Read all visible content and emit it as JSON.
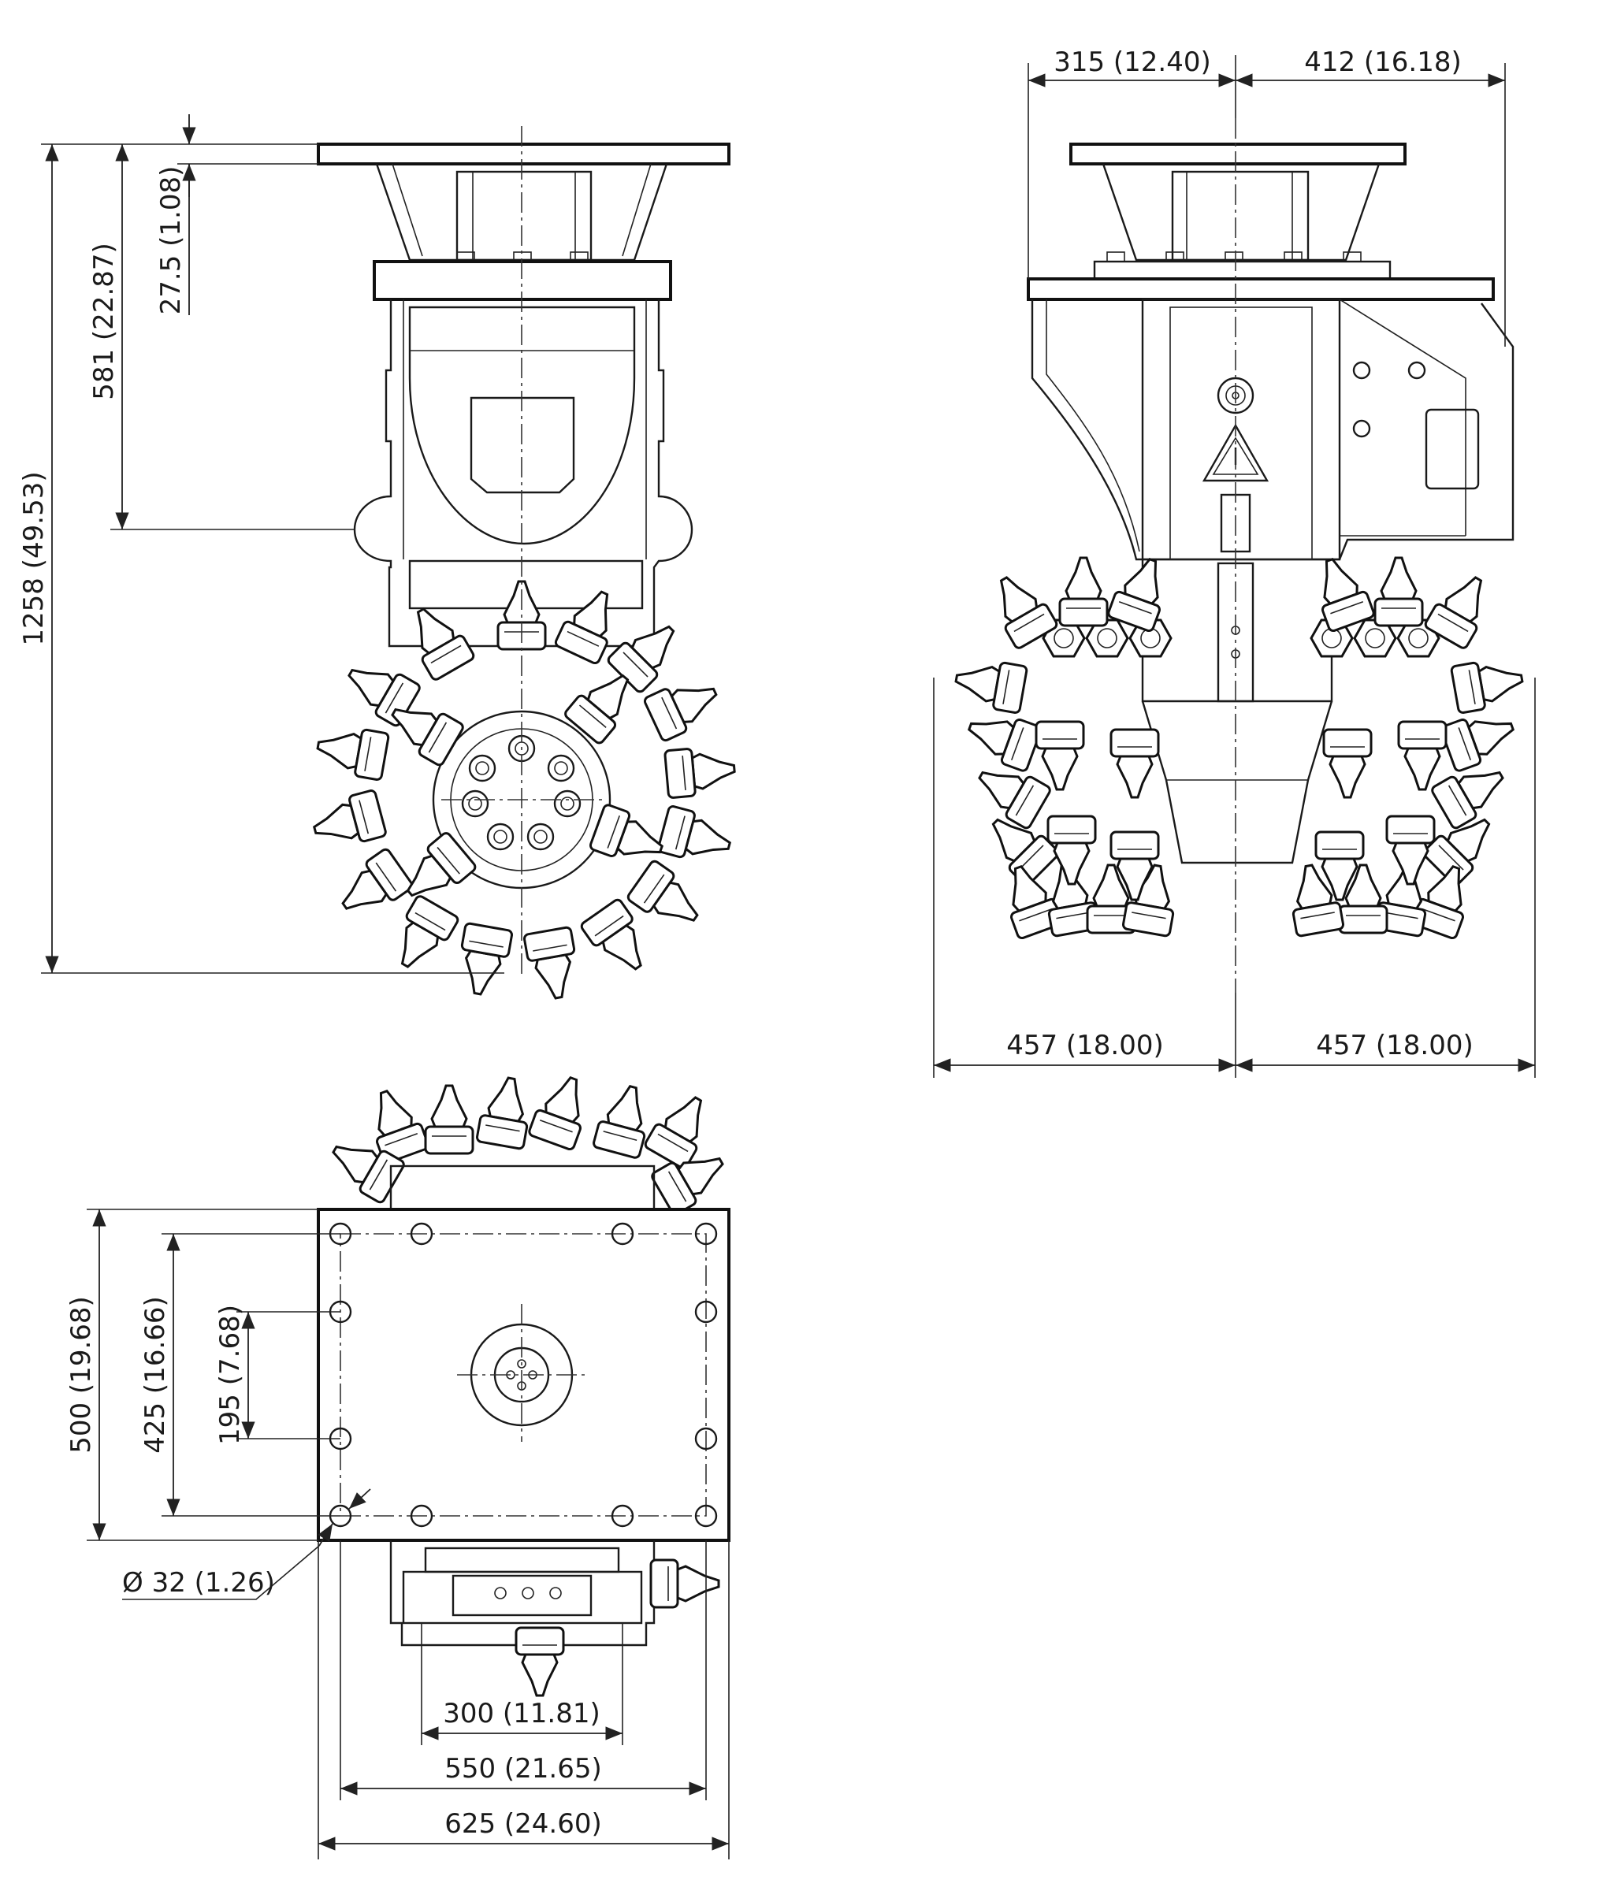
{
  "dimensions": {
    "height_total": "1258 (49.53)",
    "height_581": "581 (22.87)",
    "height_27": "27.5 (1.08)",
    "top_left": "315 (12.40)",
    "top_right": "412 (16.18)",
    "width_left_457": "457 (18.00)",
    "width_right_457": "457 (18.00)",
    "plate_500": "500 (19.68)",
    "plate_425": "425 (16.66)",
    "plate_195": "195 (7.68)",
    "hole_dia": "Ø 32 (1.26)",
    "width_300": "300 (11.81)",
    "width_550": "550 (21.65)",
    "width_625": "625 (24.60)"
  }
}
